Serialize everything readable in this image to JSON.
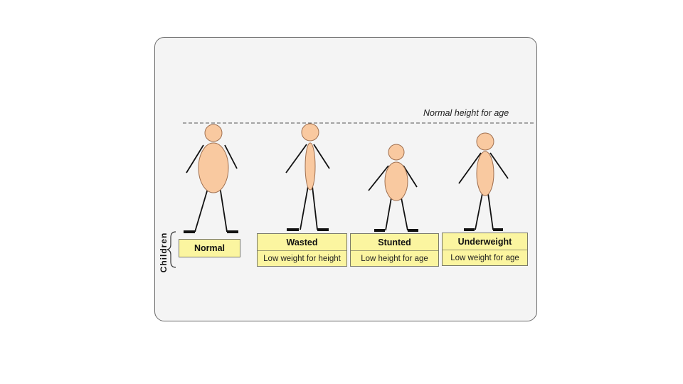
{
  "reference_line_label": "Normal height for age",
  "side_label": "Children",
  "categories": [
    {
      "title": "Normal",
      "subtitle": ""
    },
    {
      "title": "Wasted",
      "subtitle": "Low weight for height"
    },
    {
      "title": "Stunted",
      "subtitle": "Low height for age"
    },
    {
      "title": "Underweight",
      "subtitle": "Low weight for age"
    }
  ],
  "colors": {
    "body_fill": "#f9c9a0",
    "body_stroke": "#a07050",
    "card_fill": "#fbf5a0",
    "panel_fill": "#f4f4f4"
  }
}
